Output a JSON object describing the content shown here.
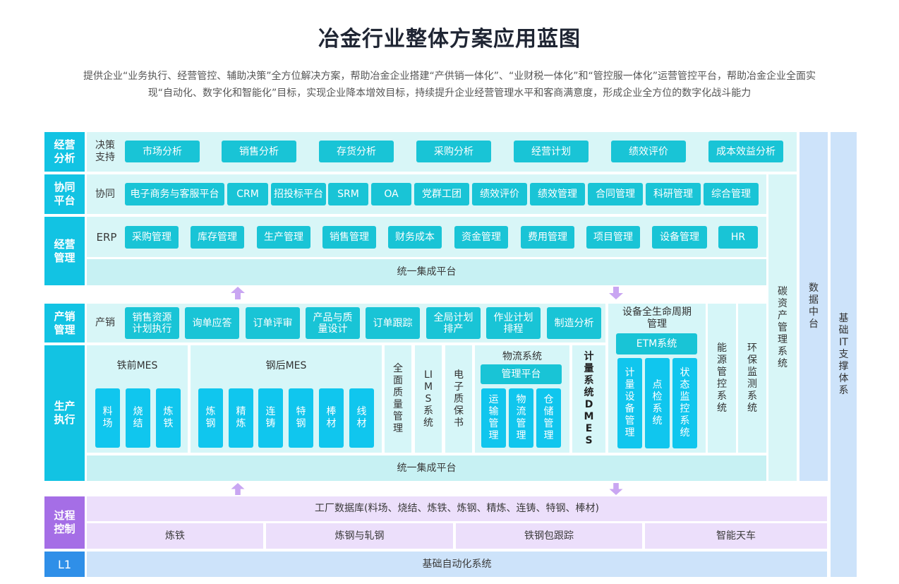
{
  "header": {
    "title": "冶金行业整体方案应用蓝图",
    "description": "提供企业“业务执行、经营管控、辅助决策”全方位解决方案，帮助冶金企业搭建“产供销一体化”、“业财税一体化”和“管控服一体化”运营管控平台，帮助冶金企业全面实现“自动化、数字化和智能化”目标，实现企业降本增效目标，持续提升企业经营管理水平和客商满意度，形成企业全方位的数字化战斗能力"
  },
  "categories": {
    "analysis": "经营分析",
    "collab": "协同平台",
    "mgmt": "经营管理",
    "prodsales": "产销管理",
    "exec": "生产执行",
    "process": "过程控制",
    "l1": "L1"
  },
  "analysis_row": {
    "label": "决策支持",
    "items": [
      "市场分析",
      "销售分析",
      "存货分析",
      "采购分析",
      "经营计划",
      "绩效评价",
      "成本效益分析"
    ]
  },
  "collab_row": {
    "label": "协同",
    "items": [
      "电子商务与客服平台",
      "CRM",
      "招投标平台",
      "SRM",
      "OA",
      "党群工团",
      "绩效评价",
      "绩效管理",
      "合同管理",
      "科研管理",
      "综合管理"
    ]
  },
  "erp_row": {
    "label": "ERP",
    "items": [
      "采购管理",
      "库存管理",
      "生产管理",
      "销售管理",
      "财务成本",
      "资金管理",
      "费用管理",
      "项目管理",
      "设备管理",
      "HR"
    ]
  },
  "integration_top": "统一集成平台",
  "prodsales_row": {
    "label": "产销",
    "items": [
      "销售资源计划执行",
      "询单应答",
      "订单评审",
      "产品与质量设计",
      "订单跟踪",
      "全局计划排产",
      "作业计划排程",
      "制造分析"
    ]
  },
  "mes_pre": {
    "title": "铁前MES",
    "items": [
      "料场",
      "烧结",
      "炼铁"
    ]
  },
  "mes_post": {
    "title": "钢后MES",
    "items": [
      "炼钢",
      "精炼",
      "连铸",
      "特钢",
      "棒材",
      "线材"
    ]
  },
  "quality": "全面质量管理",
  "lims": "LIMS系统",
  "e_quality": "电子质保书",
  "logistics": {
    "title": "物流系统",
    "platform": "管理平台",
    "items": [
      "运输管理",
      "物流管理",
      "仓储管理"
    ]
  },
  "dmes": "计量系统DMES",
  "equipment": {
    "title": "设备全生命周期管理",
    "etm": "ETM系统",
    "items": [
      "计量设备管理",
      "点检系统",
      "状态监控系统"
    ]
  },
  "energy": "能源管控系统",
  "env": "环保监测系统",
  "integration_bottom": "统一集成平台",
  "carbon": "碳资产管理系统",
  "data_center": "数据中台",
  "it_support": "基础IT支撑体系",
  "process_control": {
    "database": "工厂数据库(料场、烧结、炼铁、炼钢、精炼、连铸、特钢、棒材)",
    "items": [
      "炼铁",
      "炼钢与轧钢",
      "铁钢包跟踪",
      "智能天车"
    ]
  },
  "l1_row": "基础自动化系统",
  "colors": {
    "cyan": "#12c3e3",
    "chip": "#19c4d6",
    "purple": "#a56ee6",
    "blue": "#2f8fe8"
  }
}
